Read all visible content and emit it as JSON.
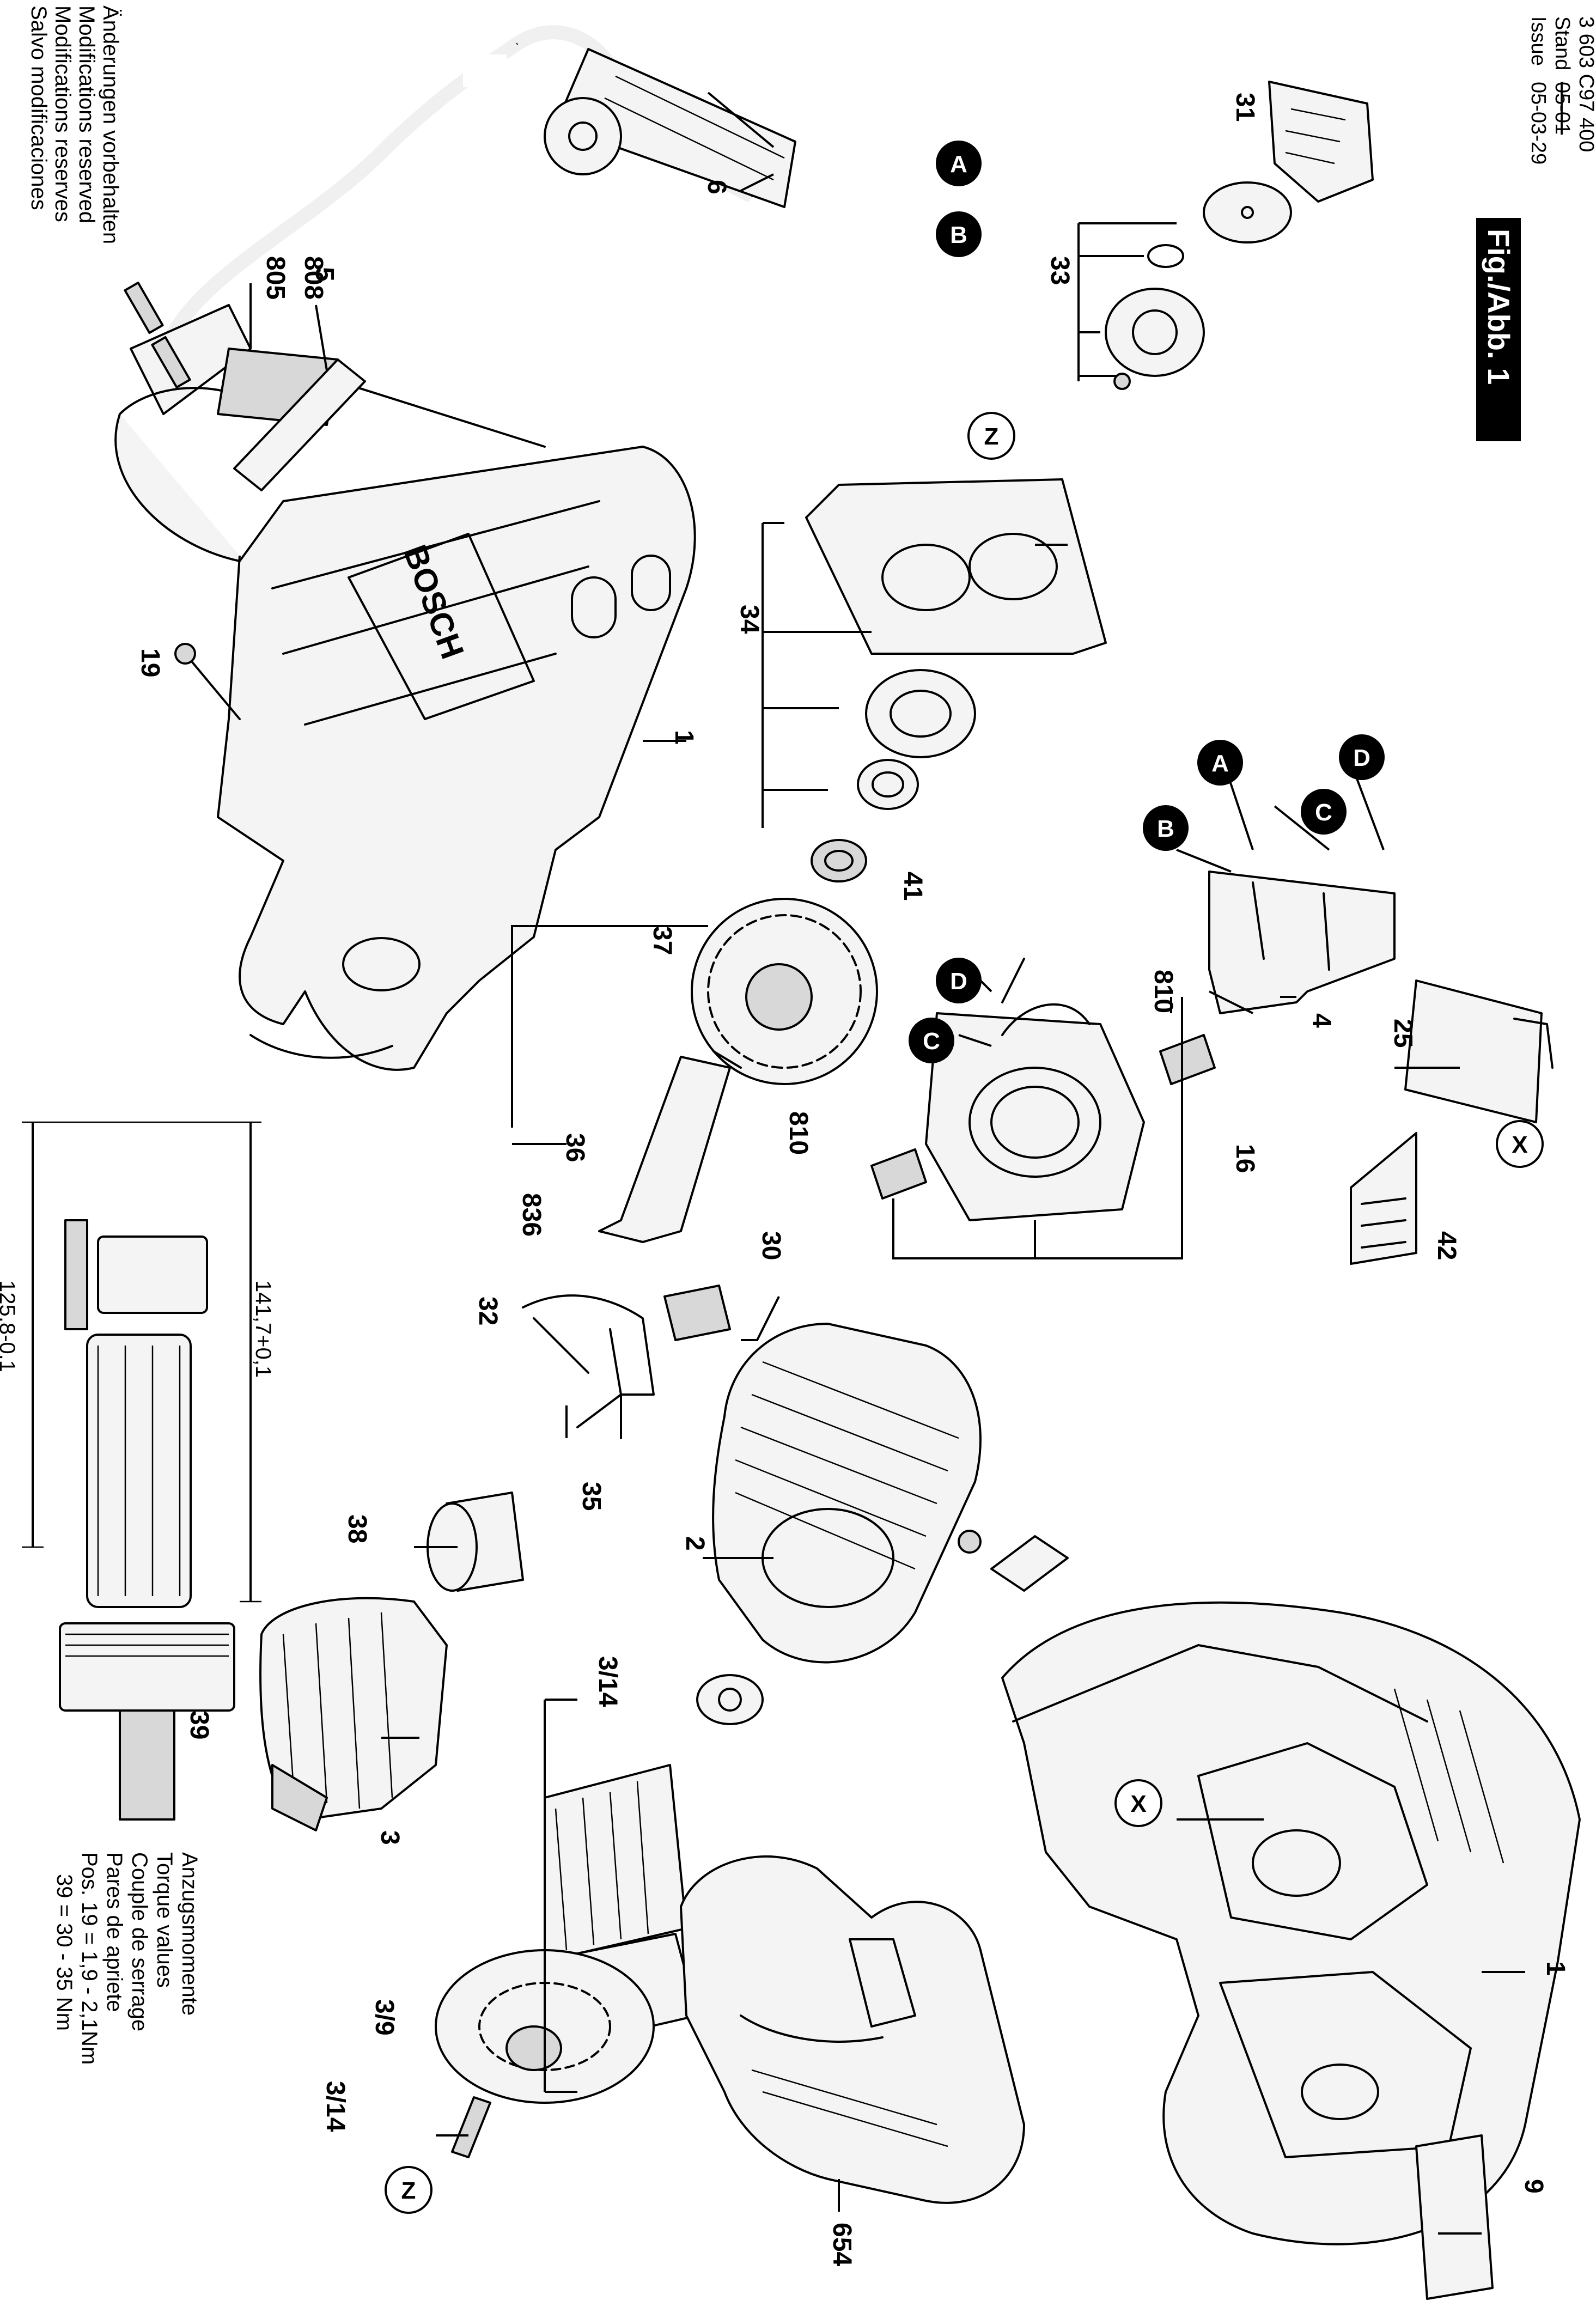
{
  "header": {
    "doc_number": "3 603 C97 400",
    "stand_label": "Stand",
    "issue_label": "Issue",
    "struck_date": "05-01",
    "issue_date": "05-03-29",
    "figure_label": "Fig./Abb. 1"
  },
  "rights_notice": [
    "Änderungen vorbehalten",
    "Modifications reserved",
    "Modifications reserves",
    "Salvo modificaciones"
  ],
  "torque_table": {
    "lines": [
      "Anzugsmomente",
      "Torque values",
      "Couple de serrage",
      "Pares de apriete",
      "Pos. 19 = 1,9 - 2,1Nm",
      "39 = 30 - 35 Nm"
    ]
  },
  "armature_dimensions": {
    "overall_length": "141,7+0,1",
    "core_length": "125,8-0,1"
  },
  "brand_text": "BOSCH",
  "connection_markers": {
    "a": "A",
    "b": "B",
    "c": "C",
    "d": "D",
    "x": "X",
    "z": "Z"
  },
  "part_numbers": {
    "p1": "1",
    "p2": "2",
    "p3": "3",
    "p3_9": "3/9",
    "p3_14": "3/14",
    "p4": "4",
    "p5": "5",
    "p6": "6",
    "p9": "9",
    "p16": "16",
    "p19": "19",
    "p25": "25",
    "p30": "30",
    "p31": "31",
    "p32": "32",
    "p33": "33",
    "p34": "34",
    "p35": "35",
    "p36": "36",
    "p37": "37",
    "p38": "38",
    "p39": "39",
    "p41": "41",
    "p42": "42",
    "p654": "654",
    "p805": "805",
    "p808": "808",
    "p810": "810",
    "p836": "836"
  }
}
